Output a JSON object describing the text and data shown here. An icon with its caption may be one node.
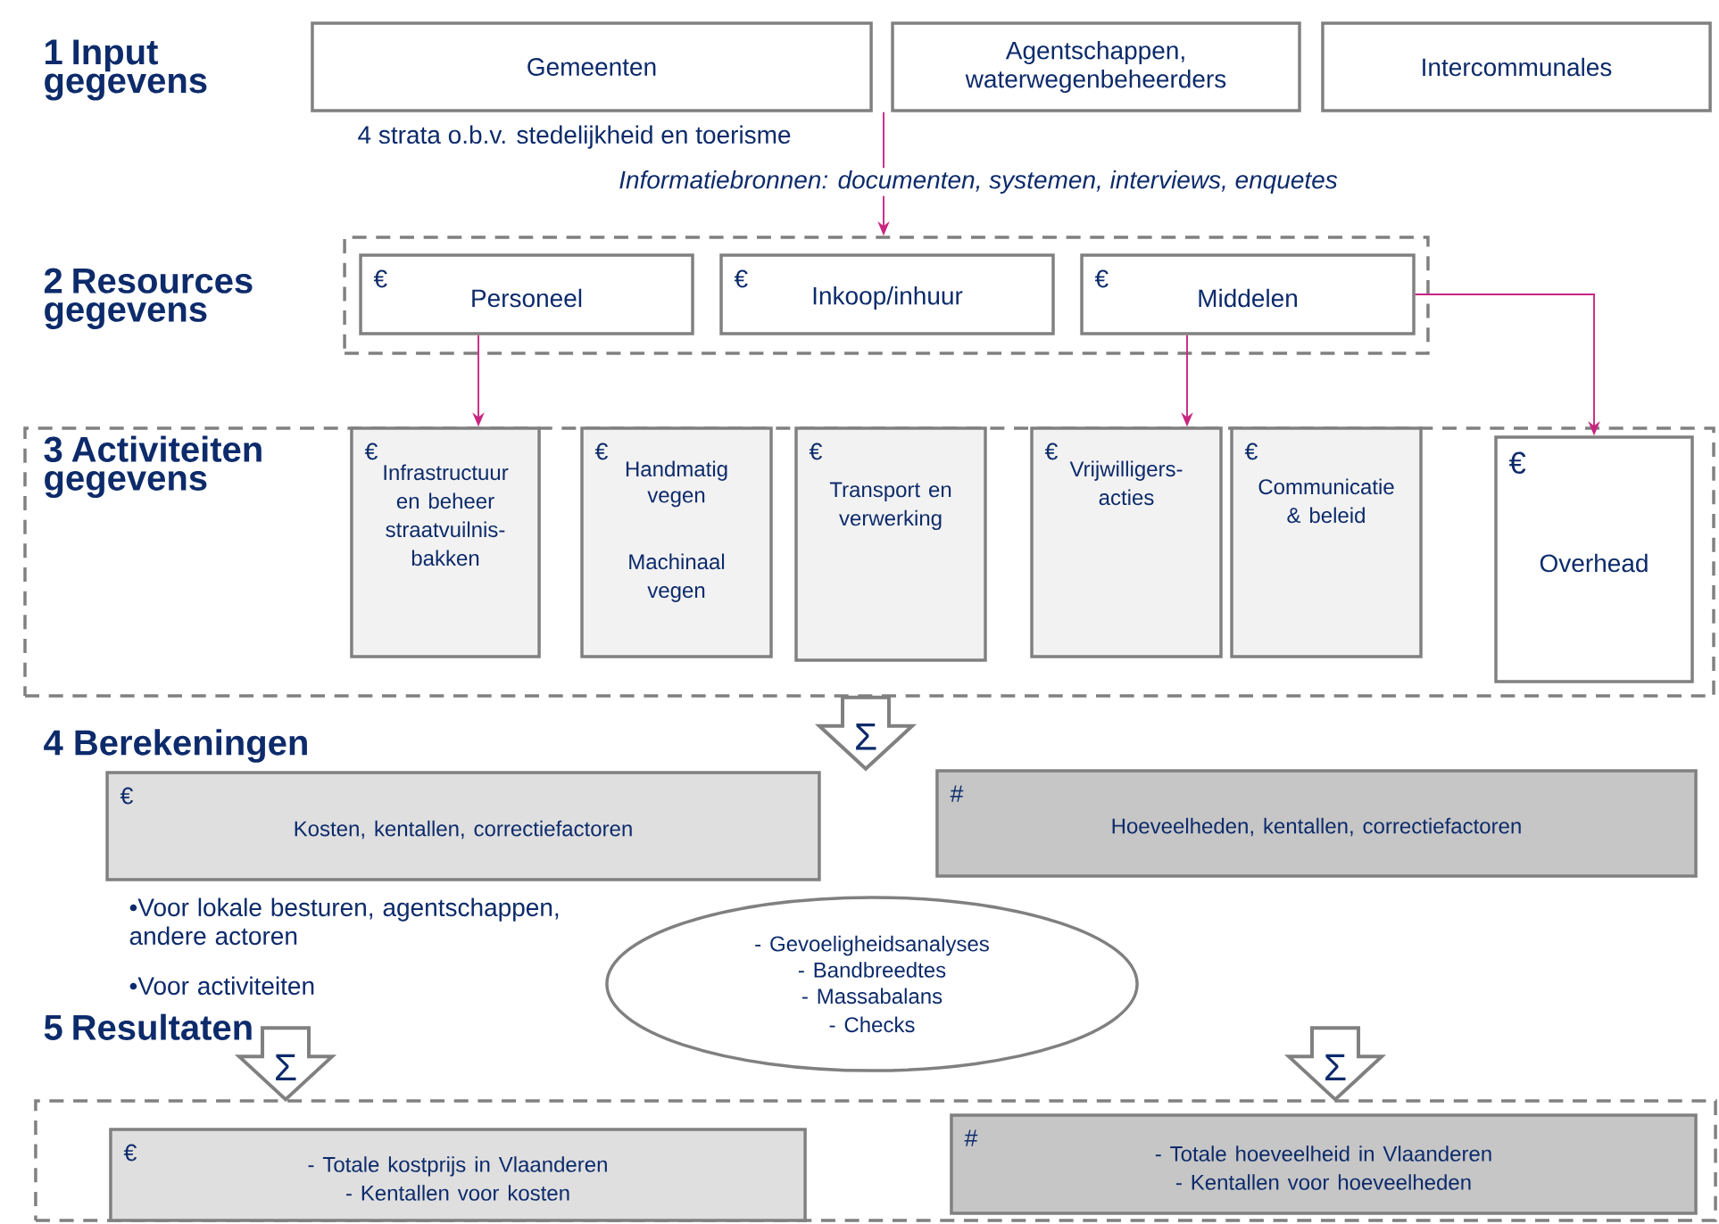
{
  "diagram": {
    "nodes": [
      {
        "text": [
          "Gemeenten"
        ],
        "beside": [
          "4 strata o.b.v. stedelijkheid en toerisme"
        ]
      },
      {
        "text": [
          "Agentschappen, waterwegenbeheerders"
        ]
      },
      {
        "text": [
          "Intercommunales"
        ]
      },
      {
        "text": [
          "2 Resources gegevens"
        ]
      },
      {
        "text": [
          "€",
          "Personeel"
        ],
        "in": 3
      },
      {
        "text": [
          "€",
          "Inkoop/inhuur"
        ],
        "in": 3
      },
      {
        "text": [
          "€",
          "Middelen"
        ],
        "in": 3
      },
      {
        "text": [
          "3 Activiteiten gegevens"
        ]
      },
      {
        "text": [
          "€",
          "Infrastructuur en beheer straatvuilnis-bakken"
        ],
        "in": 7
      },
      {
        "text": [
          "€",
          "Handmatig vegen",
          "Machinaal vegen"
        ],
        "in": 7
      },
      {
        "text": [
          "€",
          "Transport en verwerking"
        ],
        "in": 7
      },
      {
        "text": [
          "€",
          "Vrijwilligers-acties"
        ],
        "in": 7
      },
      {
        "text": [
          "€",
          "Communicatie & beleid"
        ],
        "in": 7
      },
      {
        "text": [
          "€",
          "Overhead"
        ],
        "in": 7
      },
      {
        "text": [
          "€",
          "Kosten, kentallen, correctiefactoren"
        ]
      },
      {
        "text": [
          "#",
          "Hoeveelheden, kentallen, correctiefactoren"
        ]
      },
      {
        "text": [
          "- Gevoeligheidsanalyses",
          "- Bandbreedtes",
          "- Massabalans",
          "- Checks"
        ]
      },
      {
        "text": [
          "5 Resultaten"
        ]
      },
      {
        "text": [
          "€",
          "- Totale kostprijs in Vlaanderen",
          "- Kentallen voor kosten"
        ],
        "in": 17
      },
      {
        "text": [
          "#",
          "- Totale hoeveelheid in Vlaanderen",
          "- Kentallen voor hoeveelheden"
        ],
        "in": 17
      }
    ],
    "edges": [
      {
        "from": 1,
        "to": 3,
        "arrow": "to"
      },
      {
        "from": 4,
        "to": 8,
        "arrow": "to"
      },
      {
        "from": 6,
        "to": 11,
        "arrow": "to"
      },
      {
        "from": 6,
        "to": 13,
        "arrow": "to"
      },
      {
        "from": 7,
        "to": null,
        "arrow": "to",
        "label": "Σ"
      },
      {
        "from": null,
        "to": 17,
        "arrow": "to",
        "label": "Σ"
      },
      {
        "from": null,
        "to": 17,
        "arrow": "to",
        "label": "Σ"
      }
    ],
    "labels": [
      "1 Input gegevens",
      "Informatiebronnen: documenten, systemen, interviews, enquetes",
      "4 Berekeningen",
      "•Voor lokale besturen, agentschappen, andere actoren",
      "•Voor activiteiten"
    ]
  }
}
